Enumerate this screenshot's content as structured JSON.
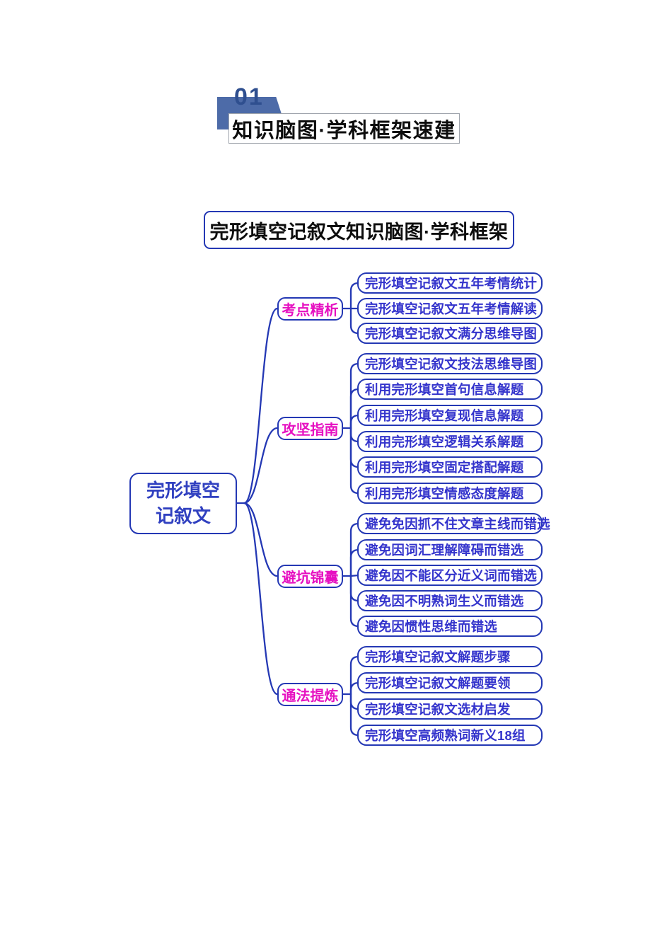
{
  "header": {
    "section_number": "01",
    "section_title": "知识脑图·学科框架速建"
  },
  "diagram_title": "完形填空记叙文知识脑图·学科框架",
  "colors": {
    "line": "#2438b4",
    "node_border": "#2438b4",
    "leaf_text": "#3434cc",
    "branch_text": "#e611c1",
    "root_text": "#3040c0",
    "banner_fill": "#4d6ba8",
    "section_number_color": "#2f4f8f"
  },
  "mindmap": {
    "root": {
      "line1": "完形填空",
      "line2": "记叙文"
    },
    "branches": [
      {
        "label": "考点精析",
        "children": [
          "完形填空记叙文五年考情统计",
          "完形填空记叙文五年考情解读",
          "完形填空记叙文满分思维导图"
        ]
      },
      {
        "label": "攻坚指南",
        "children": [
          "完形填空记叙文技法思维导图",
          "利用完形填空首句信息解题",
          "利用完形填空复现信息解题",
          "利用完形填空逻辑关系解题",
          "利用完形填空固定搭配解题",
          "利用完形填空情感态度解题"
        ]
      },
      {
        "label": "避坑锦囊",
        "children": [
          "避免免因抓不住文章主线而错选",
          "避免因词汇理解障碍而错选",
          "避免因不能区分近义词而错选",
          "避免因不明熟词生义而错选",
          "避免因惯性思维而错选"
        ]
      },
      {
        "label": "通法提炼",
        "children": [
          "完形填空记叙文解题步骤",
          "完形填空记叙文解题要领",
          "完形填空记叙文选材启发",
          "完形填空高频熟词新义18组"
        ]
      }
    ]
  }
}
